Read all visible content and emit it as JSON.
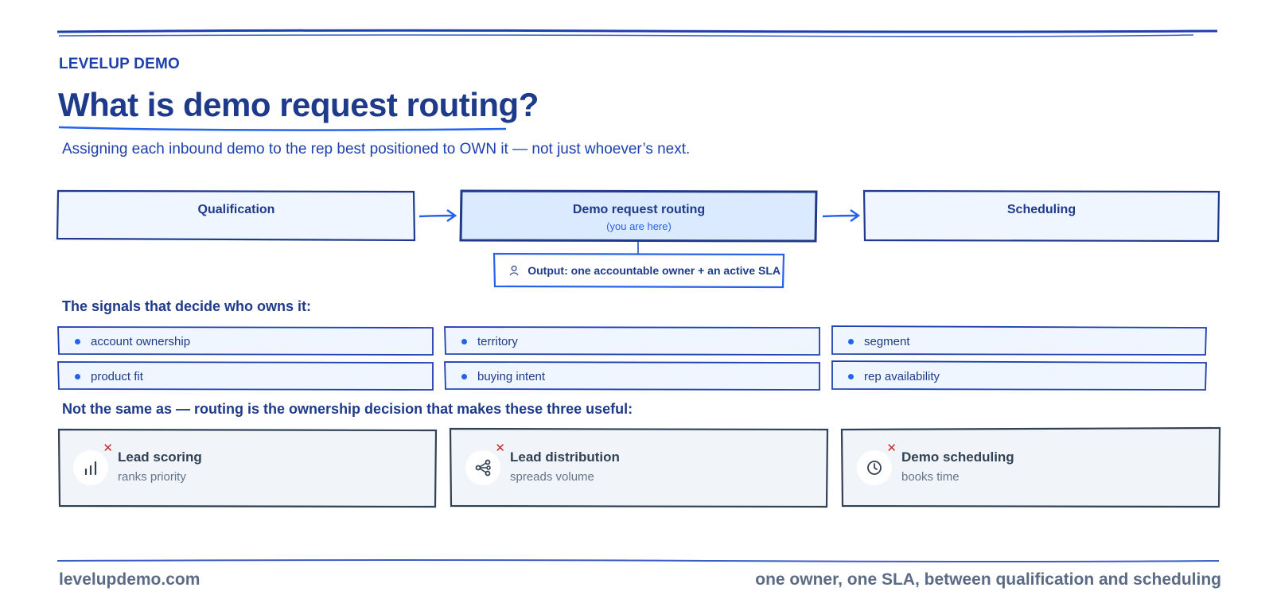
{
  "brand": "LEVELUP DEMO",
  "title": "What is demo request routing?",
  "subtitle": "Assigning each inbound demo to the rep best positioned to OWN it — not just whoever’s next.",
  "stages": [
    {
      "label": "Qualification",
      "sub": ""
    },
    {
      "label": "Demo request routing",
      "sub": "(you are here)"
    },
    {
      "label": "Scheduling",
      "sub": ""
    }
  ],
  "output": {
    "icon": "person-icon",
    "text": "Output: one accountable owner + an active SLA"
  },
  "signals_heading": "The signals that decide who owns it:",
  "signals": [
    "account ownership",
    "territory",
    "segment",
    "product fit",
    "buying intent",
    "rep availability"
  ],
  "comparison_heading": "Not the same as — routing is the ownership decision that makes these three useful:",
  "cards": [
    {
      "title": "Lead scoring",
      "desc": "ranks priority",
      "icon": "bar-chart-icon"
    },
    {
      "title": "Lead distribution",
      "desc": "spreads volume",
      "icon": "share-icon"
    },
    {
      "title": "Demo scheduling",
      "desc": "books time",
      "icon": "clock-icon"
    }
  ],
  "footer": {
    "left": "levelupdemo.com",
    "right": "one owner, one SLA, between qualification and scheduling"
  },
  "colors": {
    "primary": "#1e3a8a",
    "accent": "#2563eb",
    "box_fill": "#eff6ff",
    "active_fill": "#dbeafe",
    "card_fill": "#f1f5f9",
    "card_border": "#334155",
    "x_mark": "#c62828"
  }
}
